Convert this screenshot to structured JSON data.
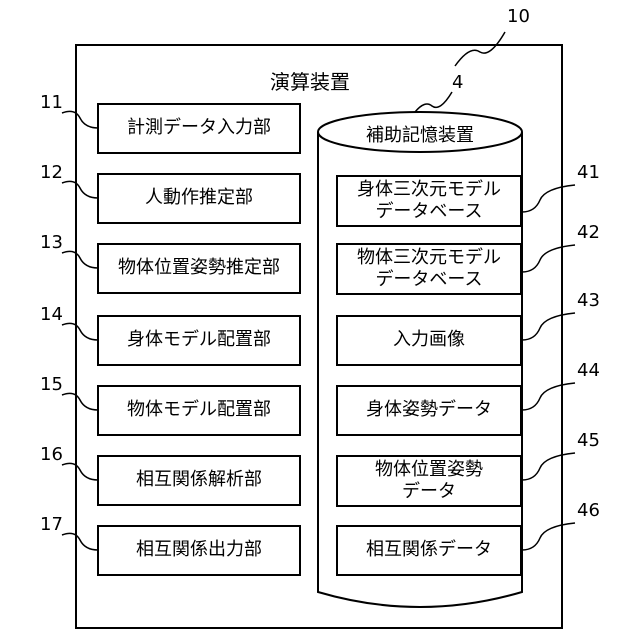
{
  "device": {
    "ref": "10",
    "title": "演算装置"
  },
  "left_units": [
    {
      "ref": "11",
      "label": "計測データ入力部"
    },
    {
      "ref": "12",
      "label": "人動作推定部"
    },
    {
      "ref": "13",
      "label": "物体位置姿勢推定部"
    },
    {
      "ref": "14",
      "label": "身体モデル配置部"
    },
    {
      "ref": "15",
      "label": "物体モデル配置部"
    },
    {
      "ref": "16",
      "label": "相互関係解析部"
    },
    {
      "ref": "17",
      "label": "相互関係出力部"
    }
  ],
  "storage": {
    "ref": "4",
    "title": "補助記憶装置",
    "items": [
      {
        "ref": "41",
        "line1": "身体三次元モデル",
        "line2": "データベース"
      },
      {
        "ref": "42",
        "line1": "物体三次元モデル",
        "line2": "データベース"
      },
      {
        "ref": "43",
        "line1": "入力画像",
        "line2": ""
      },
      {
        "ref": "44",
        "line1": "身体姿勢データ",
        "line2": ""
      },
      {
        "ref": "45",
        "line1": "物体位置姿勢",
        "line2": "データ"
      },
      {
        "ref": "46",
        "line1": "相互関係データ",
        "line2": ""
      }
    ]
  }
}
